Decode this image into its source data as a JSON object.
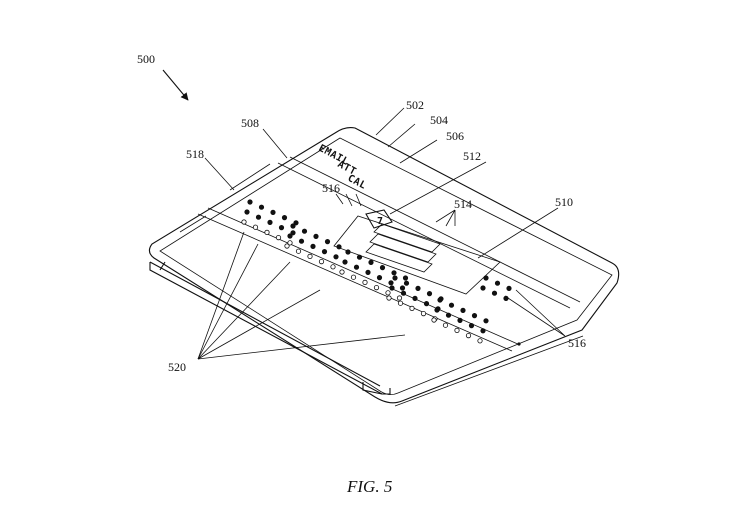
{
  "figure": {
    "caption": "FIG. 5",
    "reference_numerals": {
      "device": "500",
      "cover": "502",
      "label_a": "504",
      "label_b": "506",
      "top_region": "508",
      "active_panel": "510",
      "icon": "512",
      "indicators_right": "514",
      "indicators_left": "516",
      "indicators_lower": "516",
      "edge": "518",
      "dots": "520"
    },
    "panel_labels": [
      "EMAIL",
      "ATT",
      "CAL"
    ],
    "icon_glyph": "7"
  }
}
